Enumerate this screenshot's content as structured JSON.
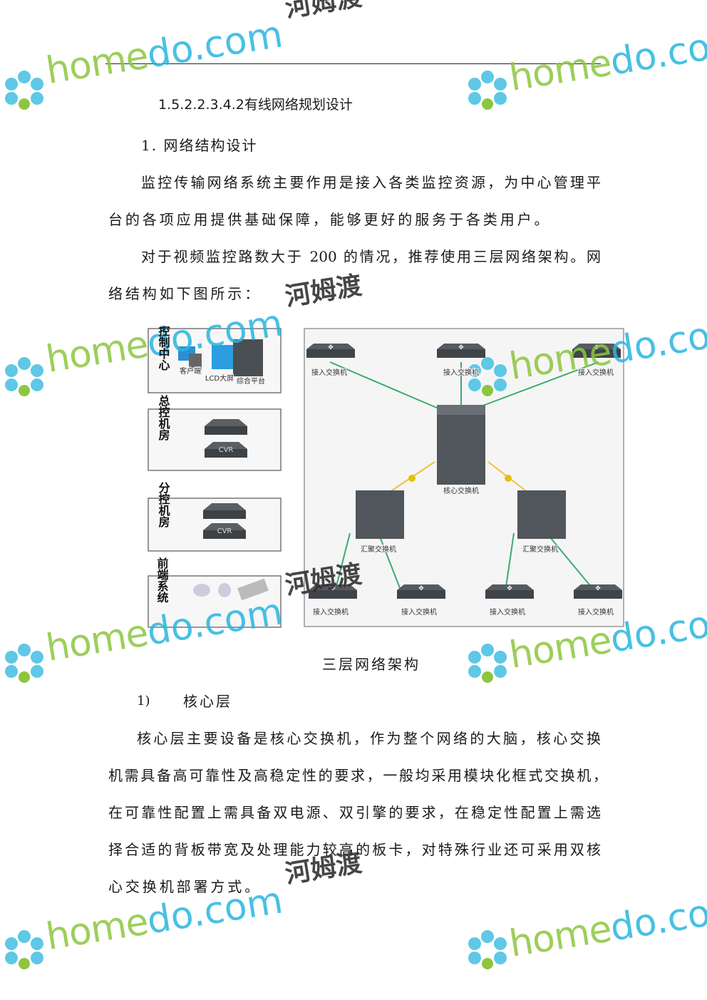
{
  "heading": "1.5.2.2.3.4.2有线网络规划设计",
  "section1": "1. 网络结构设计",
  "para1": [
    "监控传输网络系统主要作用是接入各类监控资源，为中心管理平",
    "台的各项应用提供基础保障，能够更好的服务于各类用户。"
  ],
  "para2": [
    "对于视频监控路数大于 200 的情况，推荐使用三层网络架构。网",
    "络结构如下图所示："
  ],
  "diagram": {
    "zones": [
      "控制中心",
      "总控机房",
      "分控机房",
      "前端系统"
    ],
    "control_items": [
      "客户端",
      "LCD大屏",
      "综合平台"
    ],
    "cvr": "CVR",
    "core": "核心交换机",
    "aggregation": "汇聚交换机",
    "access": "接入交换机"
  },
  "caption": "三层网络架构",
  "list_num": "1)",
  "list_title": "核心层",
  "para3": [
    "核心层主要设备是核心交换机，作为整个网络的大脑，核心交换",
    "机需具备高可靠性及高稳定性的要求，一般均采用模块化框式交换机，",
    "在可靠性配置上需具备双电源、双引擎的要求，在稳定性配置上需选",
    "择合适的背板带宽及处理能力较高的板卡，对特殊行业还可采用双核",
    "心交换机部署方式。"
  ],
  "watermark": {
    "home": "home",
    "do": "do.com",
    "cn": "河姆渡"
  }
}
